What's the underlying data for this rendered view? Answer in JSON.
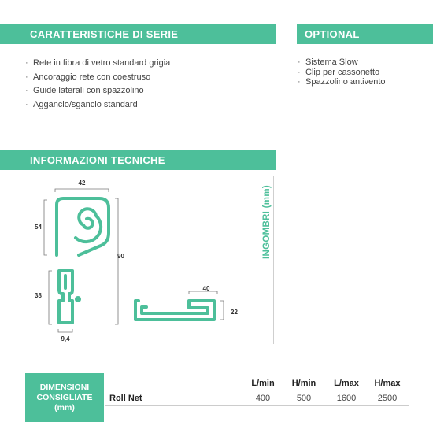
{
  "sections": {
    "features_title": "CARATTERISTICHE DI SERIE",
    "optional_title": "OPTIONAL",
    "tech_title": "INFORMAZIONI TECNICHE"
  },
  "features": [
    "Rete in fibra di vetro standard grigia",
    "Ancoraggio rete con coestruso",
    "Guide laterali con spazzolino",
    "Aggancio/sgancio standard"
  ],
  "optional": [
    "Sistema Slow",
    "Clip per cassonetto",
    "Spazzolino antivento"
  ],
  "drawing": {
    "dim_width_top": "42",
    "dim_height_box": "54",
    "dim_height_total": "90",
    "dim_height_guide": "38",
    "dim_width_guide": "9,4",
    "dim_width_profile": "40",
    "dim_height_profile": "22",
    "vertical_label": "INGOMBRI (mm)"
  },
  "colors": {
    "accent": "#4dbf9a"
  },
  "table": {
    "label_lines": [
      "DIMENSIONI",
      "CONSIGLIATE",
      "(mm)"
    ],
    "headers": [
      "L/min",
      "H/min",
      "L/max",
      "H/max"
    ],
    "row_label": "Roll Net",
    "values": [
      "400",
      "500",
      "1600",
      "2500"
    ]
  }
}
